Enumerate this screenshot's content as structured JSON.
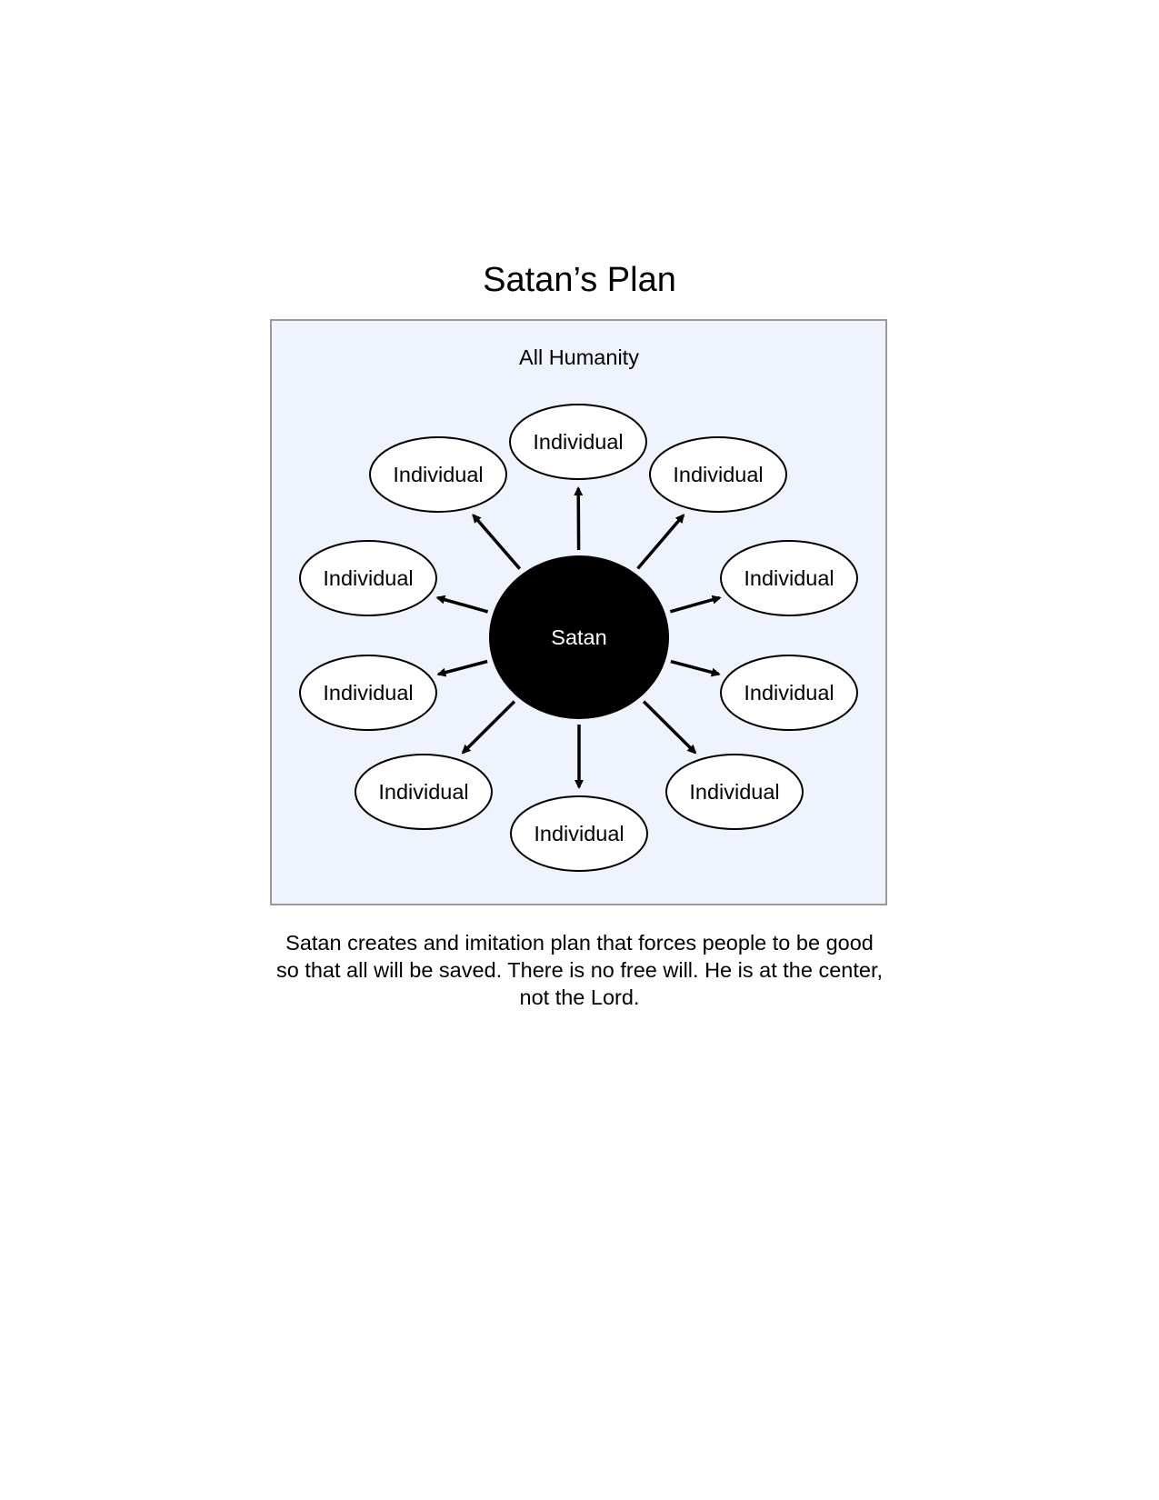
{
  "title": "Satan’s Plan",
  "diagram": {
    "container_label": "All Humanity",
    "center": {
      "label": "Satan",
      "fill": "#000000",
      "text_color": "#ffffff"
    },
    "nodes": [
      {
        "label": "Individual"
      },
      {
        "label": "Individual"
      },
      {
        "label": "Individual"
      },
      {
        "label": "Individual"
      },
      {
        "label": "Individual"
      },
      {
        "label": "Individual"
      },
      {
        "label": "Individual"
      },
      {
        "label": "Individual"
      },
      {
        "label": "Individual"
      },
      {
        "label": "Individual"
      }
    ],
    "colors": {
      "container_fill": "#eef3fd",
      "container_border": "#9a9a9a",
      "node_fill": "#ffffff",
      "node_border": "#000000",
      "arrow": "#000000"
    }
  },
  "caption": "Satan creates and imitation plan that forces people to be good so that all will be saved.  There is no free will.  He is at the center, not the Lord."
}
